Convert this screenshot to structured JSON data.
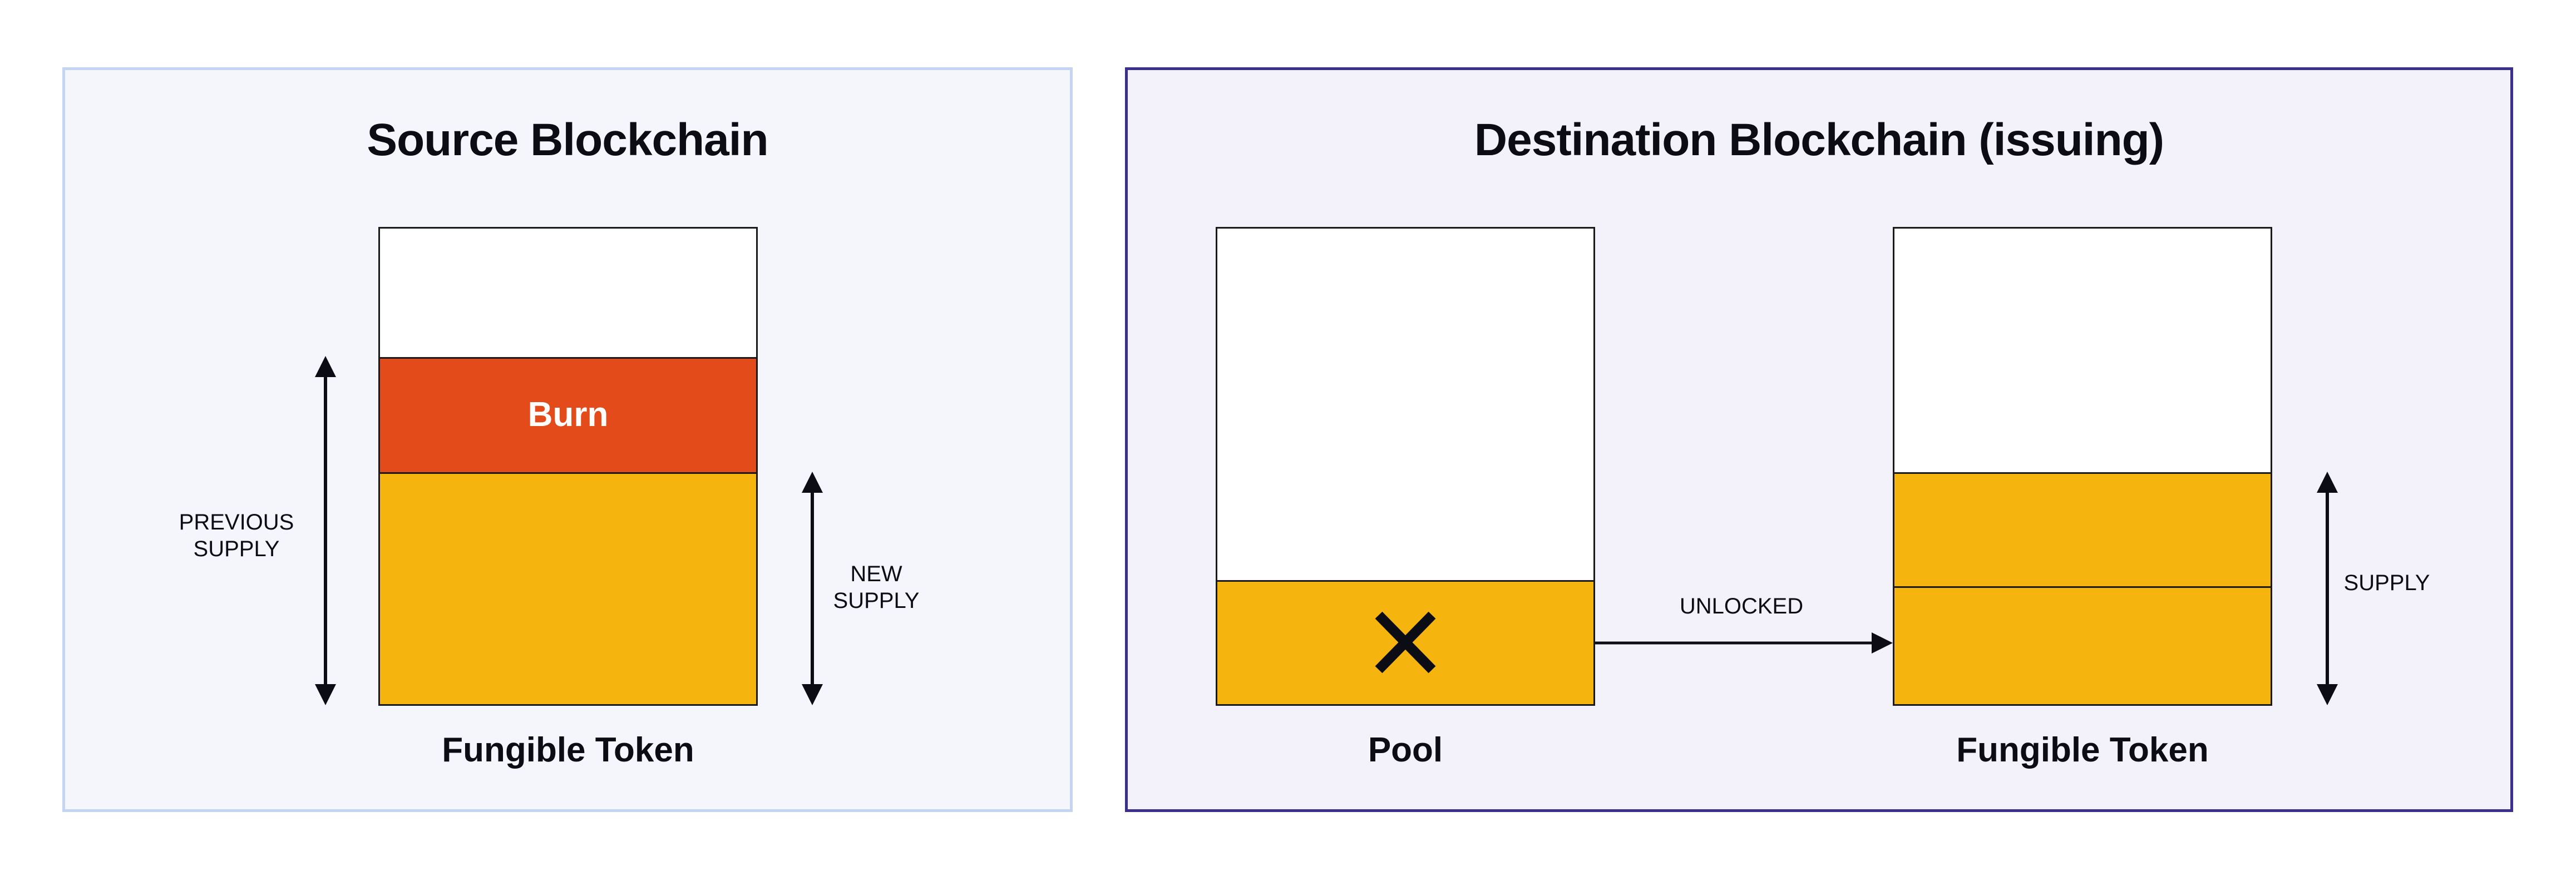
{
  "source": {
    "title": "Source Blockchain",
    "burn_label": "Burn",
    "previous_supply_label": [
      "PREVIOUS",
      "SUPPLY"
    ],
    "new_supply_label": [
      "NEW",
      "SUPPLY"
    ],
    "token_caption": "Fungible Token"
  },
  "destination": {
    "title": "Destination Blockchain (issuing)",
    "pool_caption": "Pool",
    "unlocked_label": "UNLOCKED",
    "supply_label": "SUPPLY",
    "token_caption": "Fungible Token",
    "pool_marker_icon": "x-mark-icon"
  },
  "colors": {
    "burn": "#e34b1a",
    "supply": "#f5b50e",
    "source_panel_border": "#c3d5f3",
    "destination_panel_border": "#3b2f8e"
  }
}
